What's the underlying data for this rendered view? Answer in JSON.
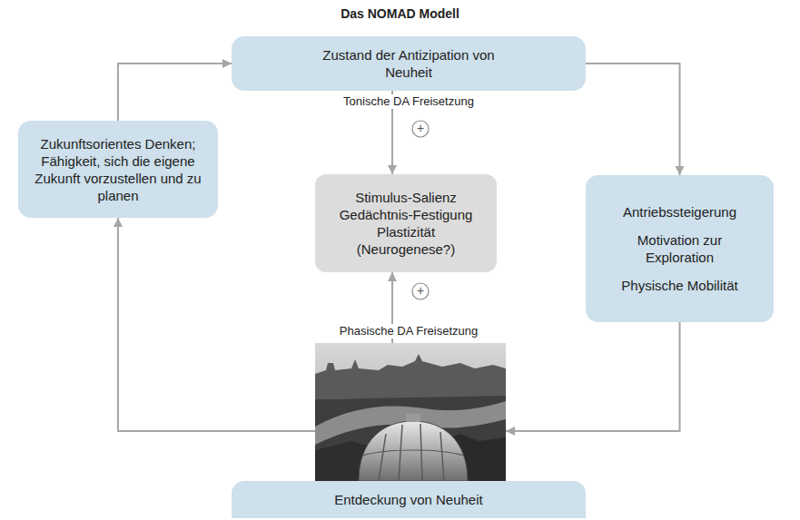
{
  "diagram": {
    "title": "Das NOMAD Modell",
    "nodes": [
      {
        "text": [
          "Zustand der Antizipation von Neuheit"
        ]
      },
      {
        "text": [
          "Zukunftsorientes Denken;",
          "Fähigkeit, sich die eigene Zukunft vorzustellen und zu planen"
        ]
      },
      {
        "text": [
          "Stimulus-Salienz",
          "Gedächtnis-Festigung",
          "Plastizität",
          "(Neurogenese?)"
        ]
      },
      {
        "text": [
          "Antriebssteigerung",
          "Motivation zur Exploration",
          "Physische Mobilität"
        ]
      },
      {
        "text": [
          "Entdeckung von Neuheit"
        ]
      }
    ],
    "edges": [
      {
        "from": 0,
        "to": 3,
        "arrow": "to"
      },
      {
        "from": 3,
        "to": 4,
        "arrow": "to"
      },
      {
        "from": 4,
        "to": 1,
        "arrow": "to"
      },
      {
        "from": 1,
        "to": 0,
        "arrow": "to"
      },
      {
        "from": 0,
        "to": 2,
        "label": "Tonische DA Freisetzung",
        "arrow": "to"
      },
      {
        "from": 4,
        "to": 2,
        "label": "Phasische DA Freisetzung",
        "arrow": "to"
      }
    ],
    "labels": [
      "+",
      "+"
    ]
  }
}
